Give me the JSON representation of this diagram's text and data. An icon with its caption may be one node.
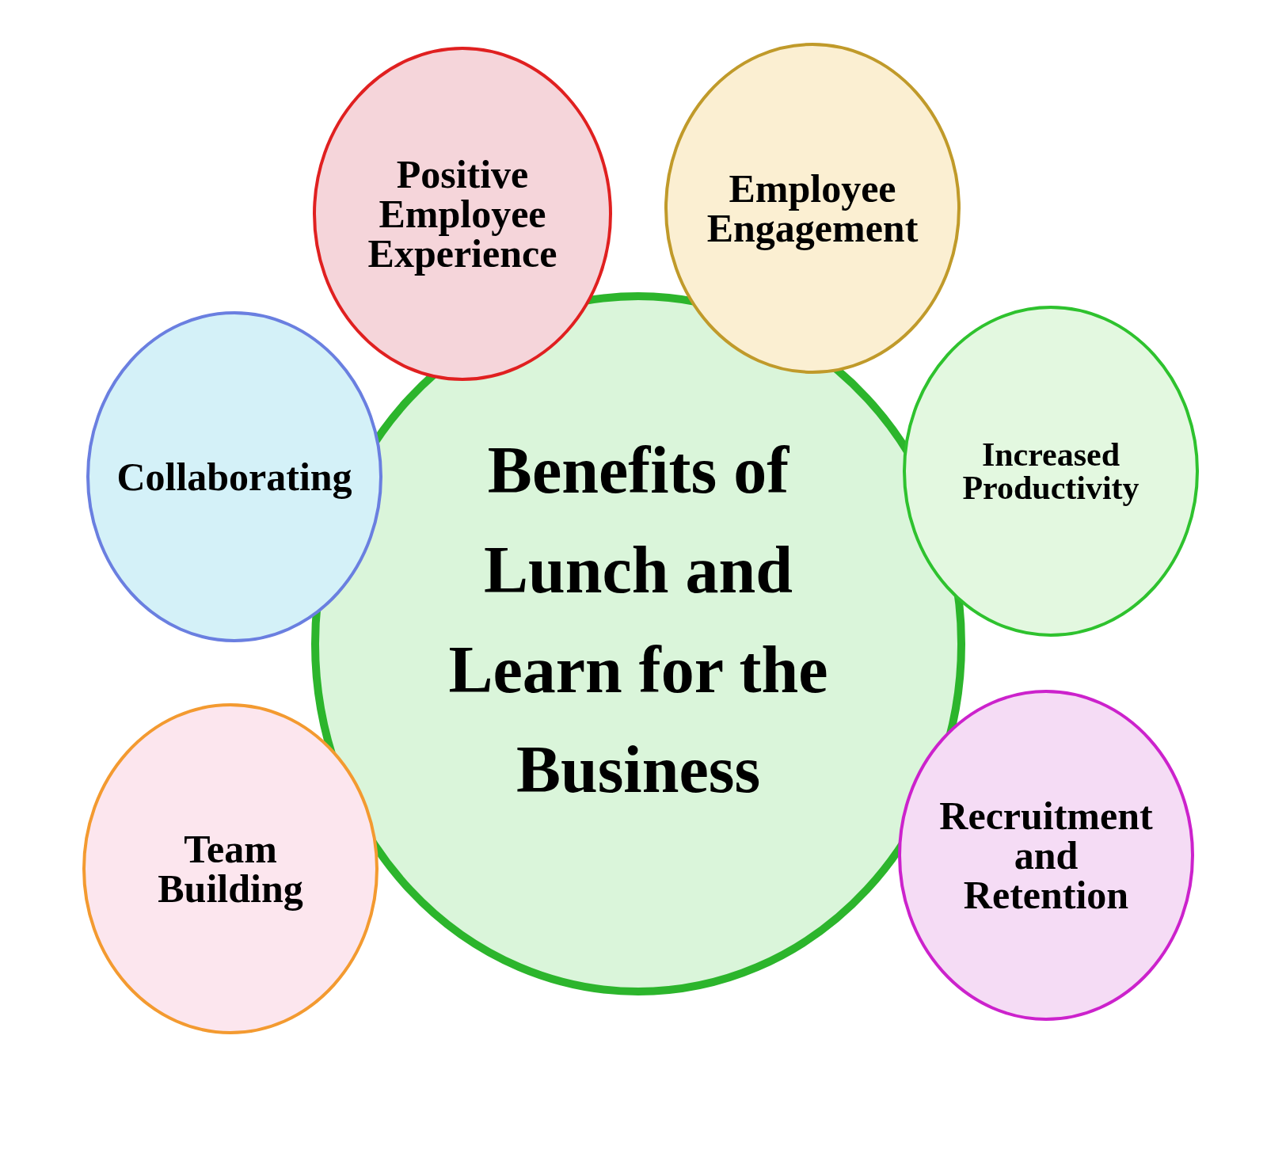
{
  "diagram": {
    "nodes": [
      {
        "text": [
          "Benefits of Lunch and Learn for the Business"
        ]
      },
      {
        "text": [
          "Positive Employee Experience"
        ]
      },
      {
        "text": [
          "Employee Engagement"
        ]
      },
      {
        "text": [
          "Collaborating"
        ]
      },
      {
        "text": [
          "Increased Productivity"
        ]
      },
      {
        "text": [
          "Team Building"
        ]
      },
      {
        "text": [
          "Recruitment and Retention"
        ]
      }
    ]
  }
}
